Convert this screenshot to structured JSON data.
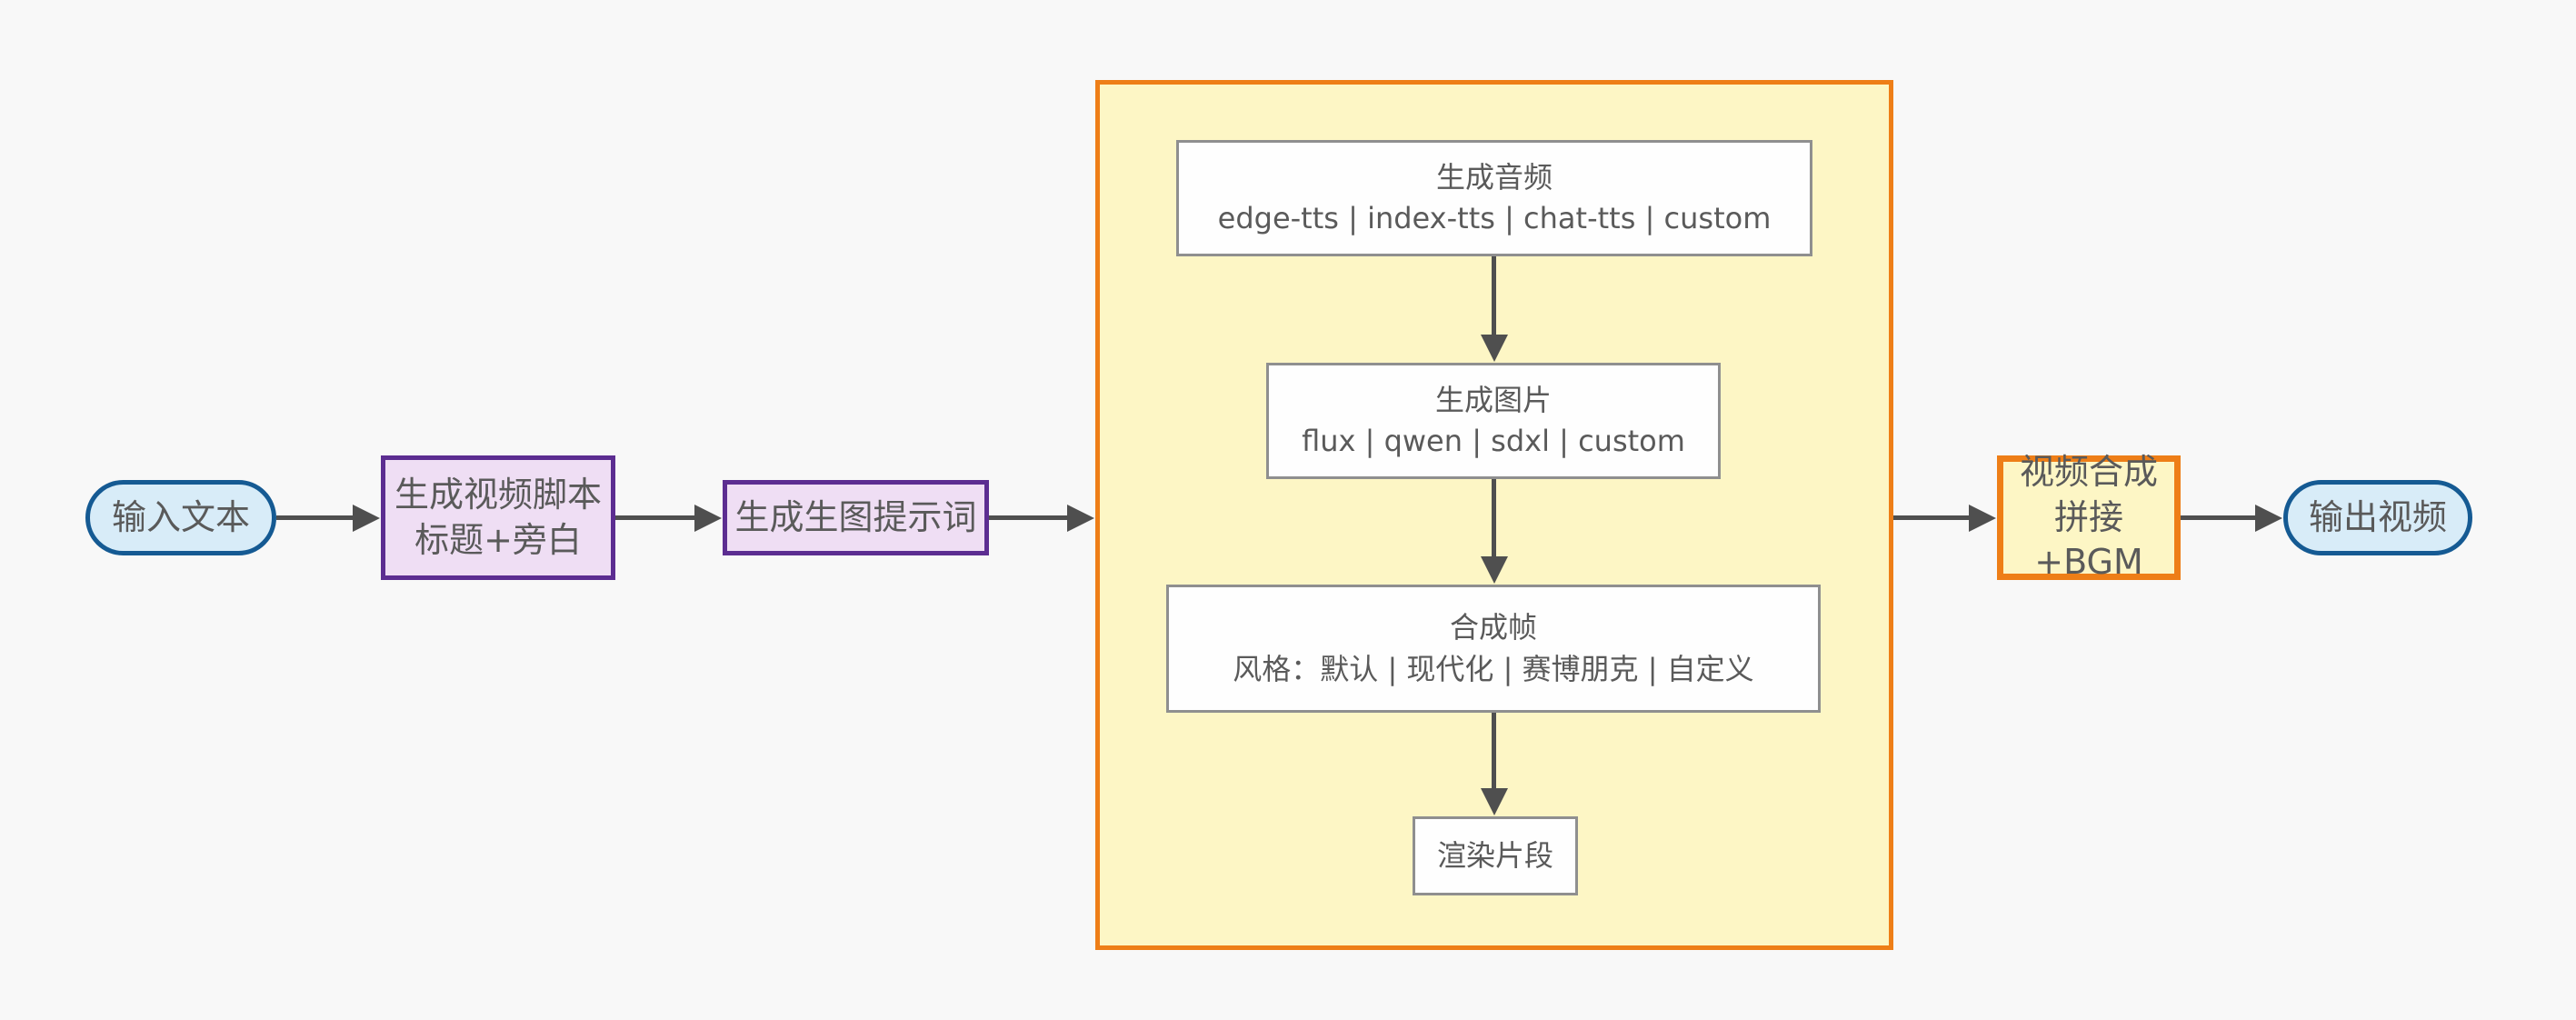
{
  "colors": {
    "background": "#f8f8f8",
    "arrow": "#4f4f4f",
    "text": "#5a5a5a",
    "input_fill": "#d8ecf8",
    "input_border": "#155a93",
    "purple_fill": "#efdef4",
    "purple_border": "#5c2d91",
    "container_fill": "#fdf6c5",
    "container_border": "#ee7e17",
    "inner_fill": "#fefefe",
    "inner_border": "#8f8f8f"
  },
  "nodes": {
    "input_text": {
      "label": "输入文本"
    },
    "gen_script": {
      "line1": "生成视频脚本",
      "line2": "标题+旁白"
    },
    "gen_prompt": {
      "label": "生成生图提示词"
    },
    "gen_audio": {
      "title": "生成音频",
      "options": "edge-tts | index-tts | chat-tts | custom"
    },
    "gen_image": {
      "title": "生成图片",
      "options": "flux | qwen | sdxl | custom"
    },
    "compose_frame": {
      "title": "合成帧",
      "options": "风格：默认 | 现代化 | 赛博朋克 | 自定义"
    },
    "render_clip": {
      "label": "渲染片段"
    },
    "video_merge": {
      "line1": "视频合成",
      "line2": "拼接+BGM"
    },
    "output_video": {
      "label": "输出视频"
    }
  }
}
